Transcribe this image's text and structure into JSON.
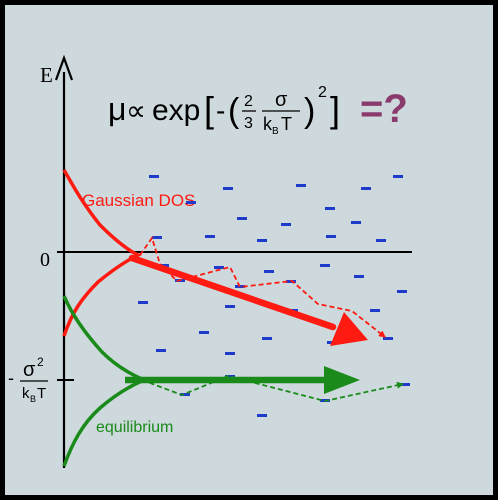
{
  "colors": {
    "frame": "#000000",
    "panel": "#cdd9dc",
    "axis": "#000000",
    "dos": "#ff1a12",
    "equilibrium": "#1a8a1a",
    "states": "#1f3bcc",
    "question": "#8b3a6e"
  },
  "axis": {
    "energy_label": "E",
    "zero_label": "0",
    "sigma_num": "σ",
    "sigma_exp": "2",
    "kbt_k": "k",
    "kbt_b": "B",
    "kbt_t": "T",
    "minus": "-"
  },
  "formula": {
    "mu": "μ",
    "prop": "∝",
    "exp": "exp",
    "lbrack": "[",
    "minus": "-",
    "lparen": "(",
    "frac_num": "2",
    "frac_den": "3",
    "sigma": "σ",
    "k": "k",
    "b": "B",
    "t": "T",
    "rparen": ")",
    "power": "2",
    "rbrack": "]",
    "equals_q": "=?"
  },
  "labels": {
    "gaussian_dos": "Gaussian DOS",
    "equilibrium": "equilibrium"
  },
  "icons": {
    "energy_axis_arrow": "arrow-up-icon",
    "relaxation_arrow": "arrow-right-icon",
    "transport_arrow": "arrow-right-icon"
  }
}
